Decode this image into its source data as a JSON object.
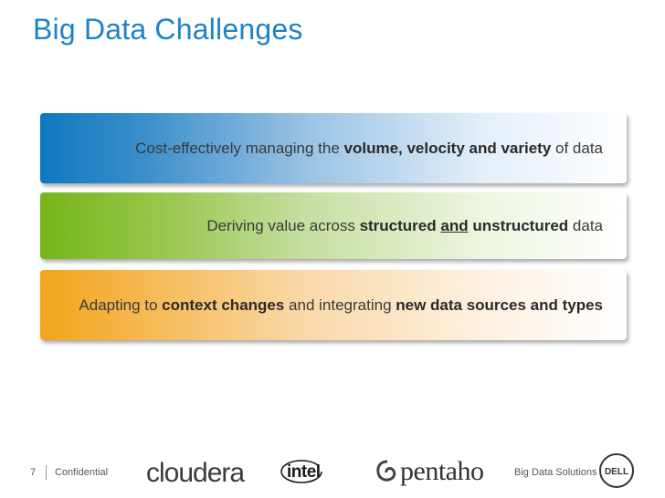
{
  "slide": {
    "title": "Big Data Challenges",
    "page_number": "7",
    "confidential": "Confidential",
    "solutions_label": "Big Data Solutions"
  },
  "banners": [
    {
      "text_1": "Cost-effectively managing the ",
      "bold_1": "volume, velocity and variety",
      "text_2": " of data",
      "accent": "#0f78bf"
    },
    {
      "text_1": "Deriving value across ",
      "bold_1": "structured",
      "bold_underline": "and",
      "bold_2": "unstructured",
      "text_2": " data",
      "accent": "#77b51b"
    },
    {
      "text_1": "Adapting to ",
      "bold_1": "context changes",
      "text_2": " and integrating ",
      "bold_2": "new data sources and types",
      "accent": "#f2a51b"
    }
  ],
  "logos": {
    "cloudera": "cloudera",
    "intel": "intel",
    "pentaho": "pentaho",
    "dell": "DELL"
  }
}
